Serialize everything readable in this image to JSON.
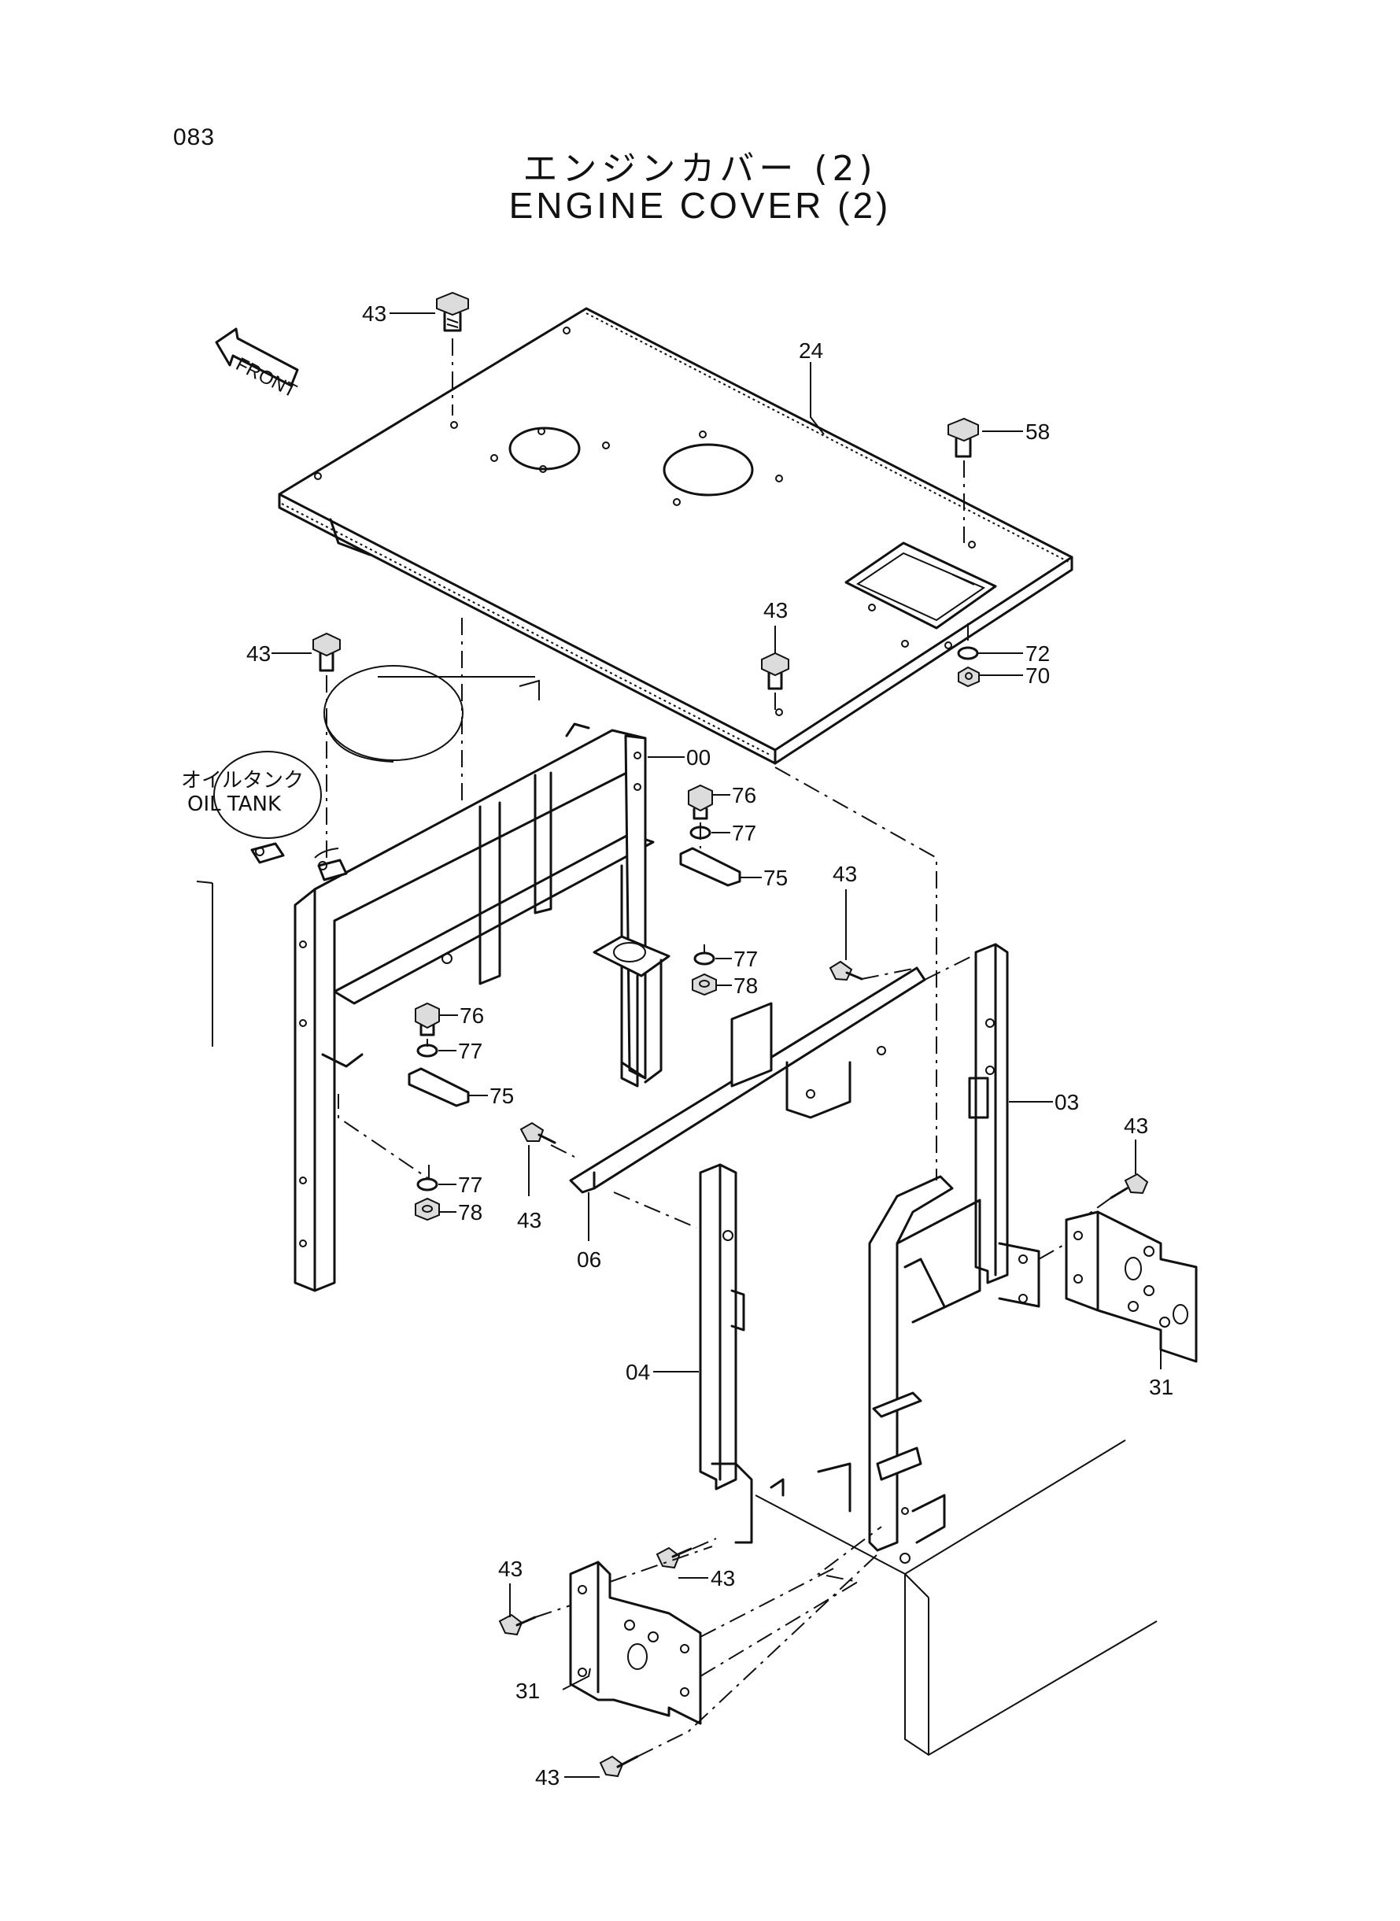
{
  "page_number": "083",
  "title_jp": "エンジンカバー (2)",
  "title_en": "ENGINE COVER (2)",
  "front_arrow_label": "FRONT",
  "oil_tank_jp": "オイルタンク",
  "oil_tank_en": "OIL TANK",
  "part_labels": {
    "p43_top": "43",
    "p24": "24",
    "p58": "58",
    "p43_mid": "43",
    "p72": "72",
    "p70": "70",
    "p43_left": "43",
    "p00": "00",
    "p76_a": "76",
    "p77_a": "77",
    "p75_a": "75",
    "p43_right": "43",
    "p77_b": "77",
    "p78_a": "78",
    "p76_b": "76",
    "p77_c": "77",
    "p75_b": "75",
    "p03": "03",
    "p43_far_right": "43",
    "p43_bolt_06": "43",
    "p77_d": "77",
    "p78_b": "78",
    "p06": "06",
    "p31_right": "31",
    "p04": "04",
    "p43_bl_top": "43",
    "p43_bl_mid": "43",
    "p31_left": "31",
    "p43_bottom": "43"
  }
}
